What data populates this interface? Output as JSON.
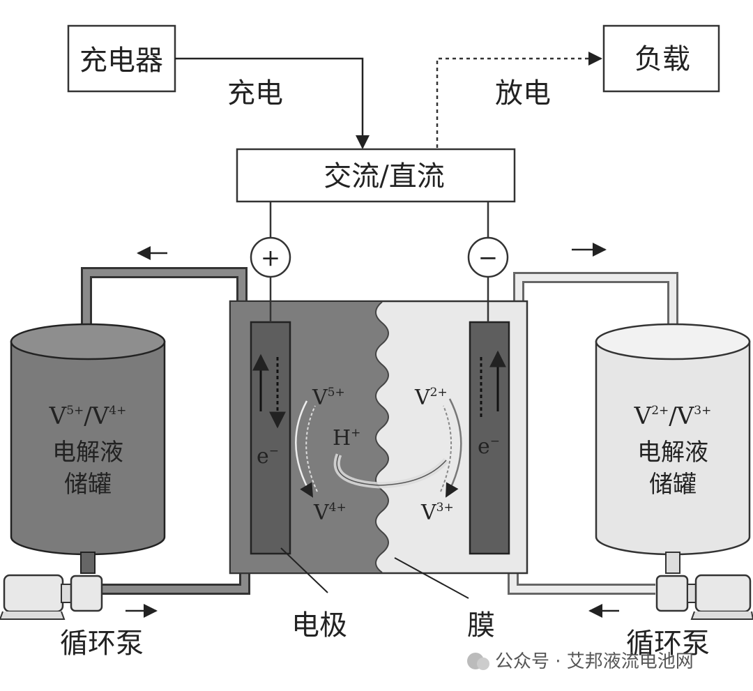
{
  "labels": {
    "charger": "充电器",
    "charge": "充电",
    "load": "负载",
    "discharge": "放电",
    "converter": "交流/直流",
    "plus": "+",
    "minus": "−",
    "electrode": "电极",
    "membrane": "膜",
    "pump_left": "循环泵",
    "pump_right": "循环泵"
  },
  "left_tank": {
    "ion_v": "V",
    "ion_sup1": "5+",
    "slash": "/V",
    "ion_sup2": "4+",
    "line2": "电解液",
    "line3": "储罐"
  },
  "right_tank": {
    "ion_v": "V",
    "ion_sup1": "2+",
    "slash": "/V",
    "ion_sup2": "3+",
    "line2": "电解液",
    "line3": "储罐"
  },
  "cell_ions": {
    "v": "V",
    "v5": "5+",
    "v4": "4+",
    "v2": "2+",
    "v3": "3+",
    "h": "H",
    "h_sup": "+",
    "e": "e",
    "e_sup": "−"
  },
  "watermark": "公众号 · 艾邦液流电池网",
  "colors": {
    "dark": "#7a7a7a",
    "electrode": "#5d5d5d",
    "light": "#e4e4e4"
  }
}
